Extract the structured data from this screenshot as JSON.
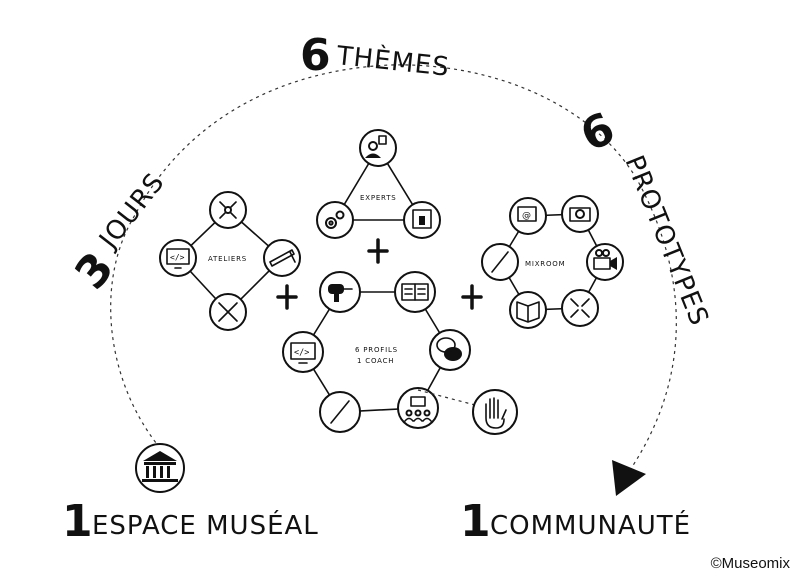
{
  "title_items": {
    "themes": {
      "number": "6",
      "word": "THÈMES"
    },
    "prototypes": {
      "number": "6",
      "word": "PROTOTYPES"
    },
    "jours": {
      "number": "3",
      "word": "JOURS"
    },
    "espace": {
      "number": "1",
      "word": "ESPACE MUSÉAL"
    },
    "communaute": {
      "number": "1",
      "word": "COMMUNAUTÉ"
    }
  },
  "groups": {
    "experts": {
      "label": "EXPERTS"
    },
    "ateliers": {
      "label": "ATELIERS"
    },
    "mixroom": {
      "label": "MIXROOM"
    },
    "team": {
      "label_line1": "6 PROFILS",
      "label_line2": "1 COACH"
    }
  },
  "plus_sign": "+",
  "credit": "©Museomix",
  "icons": {
    "museum": "museum-icon",
    "experts": [
      "expert-person-icon",
      "gears-icon",
      "3d-printer-icon"
    ],
    "ateliers": [
      "tools-icon",
      "saw-icon",
      "wrench-screwdriver-icon",
      "code-screen-icon"
    ],
    "mixroom": [
      "email-chat-icon",
      "camera-icon",
      "video-camera-icon",
      "fullscreen-icon",
      "book-icon",
      "pen-icon"
    ],
    "team": [
      "drill-icon",
      "open-book-icon",
      "chat-bubbles-icon",
      "presenter-icon",
      "pen-icon",
      "code-screen-icon"
    ],
    "coach": "hand-icon"
  }
}
